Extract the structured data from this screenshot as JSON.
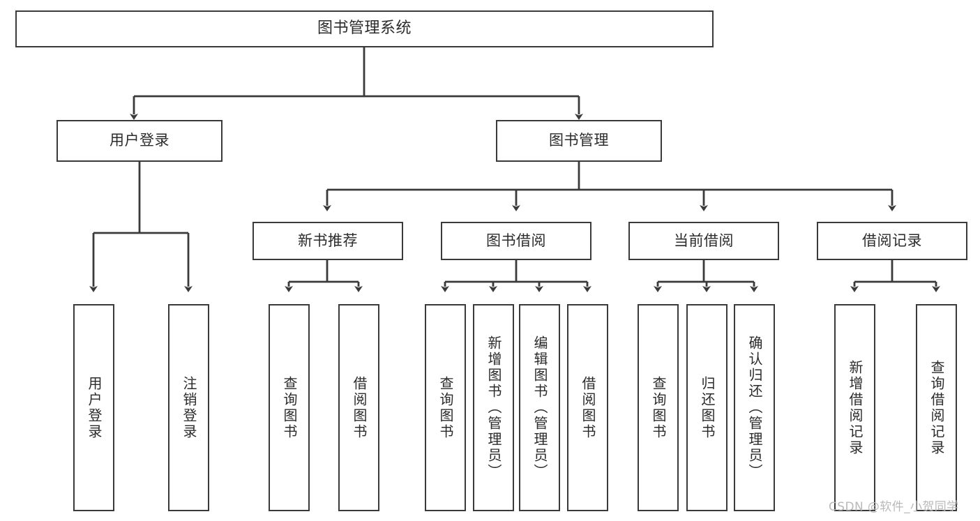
{
  "diagram": {
    "title": "图书管理系统",
    "type": "hierarchy-tree",
    "levels": 4,
    "colors": {
      "box_border": "#3a3a3a",
      "box_fill": "#ffffff",
      "connector": "#3a3a3a",
      "text": "#2b2b2b",
      "watermark": "#b9b9b9",
      "background": "#ffffff"
    }
  },
  "root": {
    "label": "图书管理系统"
  },
  "level1": [
    {
      "id": "user-login",
      "label": "用户登录"
    },
    {
      "id": "book-management",
      "label": "图书管理"
    }
  ],
  "level2": [
    {
      "id": "new-book-recommend",
      "label": "新书推荐",
      "parent": "book-management"
    },
    {
      "id": "book-borrow",
      "label": "图书借阅",
      "parent": "book-management"
    },
    {
      "id": "current-borrow",
      "label": "当前借阅",
      "parent": "book-management"
    },
    {
      "id": "borrow-record",
      "label": "借阅记录",
      "parent": "book-management"
    }
  ],
  "leaves": [
    {
      "id": "leaf-user-login",
      "label": "用户登录",
      "parent": "user-login"
    },
    {
      "id": "leaf-logout-login",
      "label": "注销登录",
      "parent": "user-login"
    },
    {
      "id": "leaf-query-book-1",
      "label": "查询图书",
      "parent": "new-book-recommend"
    },
    {
      "id": "leaf-borrow-book-1",
      "label": "借阅图书",
      "parent": "new-book-recommend"
    },
    {
      "id": "leaf-query-book-2",
      "label": "查询图书",
      "parent": "book-borrow"
    },
    {
      "id": "leaf-add-book",
      "label": "新增图书（管理员）",
      "parent": "book-borrow"
    },
    {
      "id": "leaf-edit-book",
      "label": "编辑图书（管理员）",
      "parent": "book-borrow"
    },
    {
      "id": "leaf-borrow-book-2",
      "label": "借阅图书",
      "parent": "book-borrow"
    },
    {
      "id": "leaf-query-book-3",
      "label": "查询图书",
      "parent": "current-borrow"
    },
    {
      "id": "leaf-return-book",
      "label": "归还图书",
      "parent": "current-borrow"
    },
    {
      "id": "leaf-confirm-return",
      "label": "确认归还（管理员）",
      "parent": "current-borrow"
    },
    {
      "id": "leaf-add-record",
      "label": "新增借阅记录",
      "parent": "borrow-record"
    },
    {
      "id": "leaf-query-record",
      "label": "查询借阅记录",
      "parent": "borrow-record"
    }
  ],
  "watermark": {
    "text": "CSDN @软件_小贺同学"
  }
}
